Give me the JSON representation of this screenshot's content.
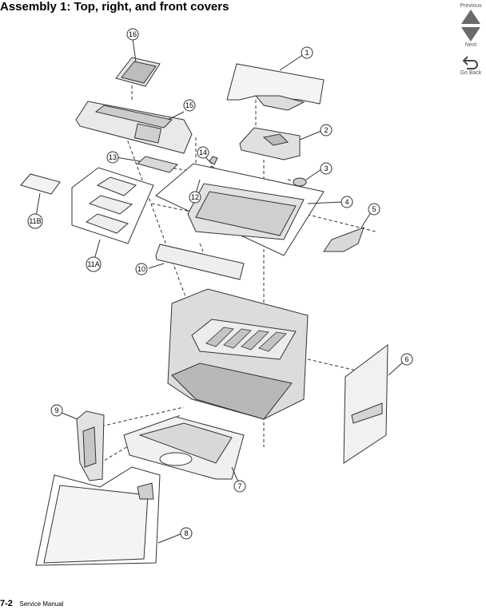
{
  "title": "Assembly 1:  Top, right, and front covers",
  "nav": {
    "previous": "Previous",
    "next": "Next",
    "go_back": "Go Back"
  },
  "footer": {
    "page": "7-2",
    "manual": "Service Manual"
  },
  "callouts": {
    "c1": "1",
    "c2": "2",
    "c3": "3",
    "c4": "4",
    "c5": "5",
    "c6": "6",
    "c7": "7",
    "c8": "8",
    "c9": "9",
    "c10": "10",
    "c11a": "11A",
    "c11b": "11B",
    "c12": "12",
    "c13": "13",
    "c14": "14",
    "c15": "15",
    "c16": "16"
  },
  "colors": {
    "line": "#333333",
    "gray_fill": "#c8c8c8",
    "light_fill": "#e6e6e6",
    "nav_triangle": "#6a6a6a"
  }
}
